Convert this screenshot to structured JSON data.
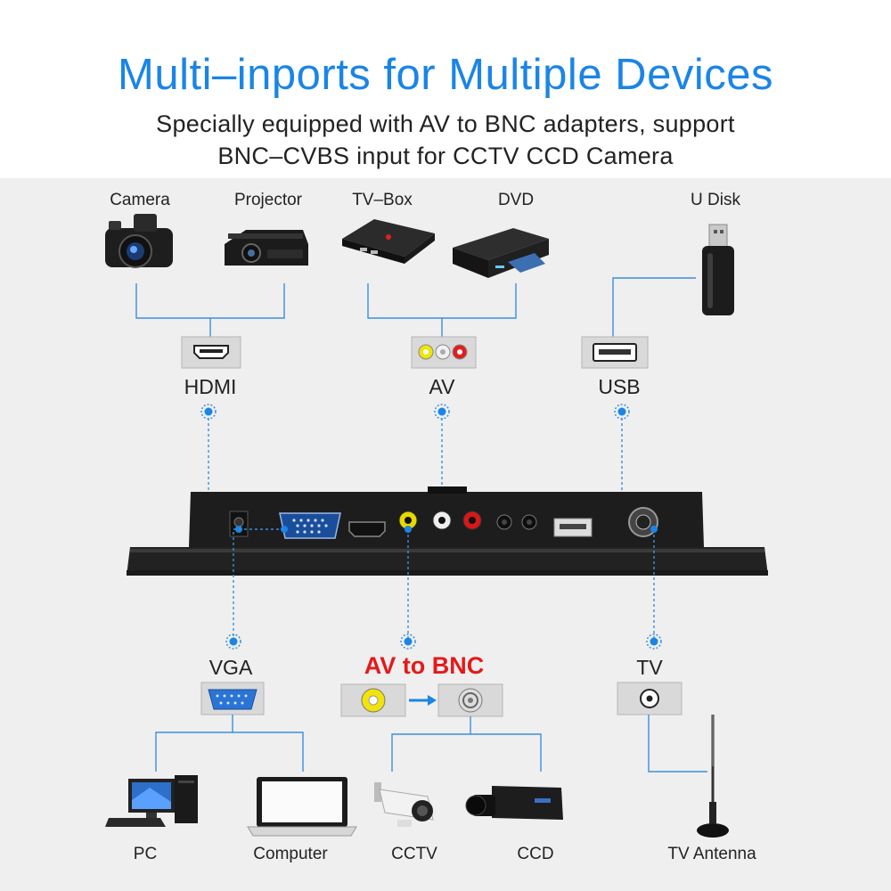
{
  "header": {
    "title": "Multi–inports for Multiple Devices",
    "subtitle_line1": "Specially equipped with AV to BNC adapters, support",
    "subtitle_line2": "BNC–CVBS input for CCTV CCD Camera"
  },
  "top_devices": {
    "camera": "Camera",
    "projector": "Projector",
    "tvbox": "TV–Box",
    "dvd": "DVD",
    "udisk": "U Disk"
  },
  "ports_top": {
    "hdmi": "HDMI",
    "av": "AV",
    "usb": "USB"
  },
  "ports_bottom": {
    "vga": "VGA",
    "av_to_bnc": "AV to BNC",
    "tv": "TV"
  },
  "bottom_devices": {
    "pc": "PC",
    "computer": "Computer",
    "cctv": "CCTV",
    "ccd": "CCD",
    "antenna": "TV Antenna"
  },
  "colors": {
    "title_blue": "#1a85e6",
    "line_blue": "#3b8fe0",
    "highlight_red": "#e31a1a"
  }
}
